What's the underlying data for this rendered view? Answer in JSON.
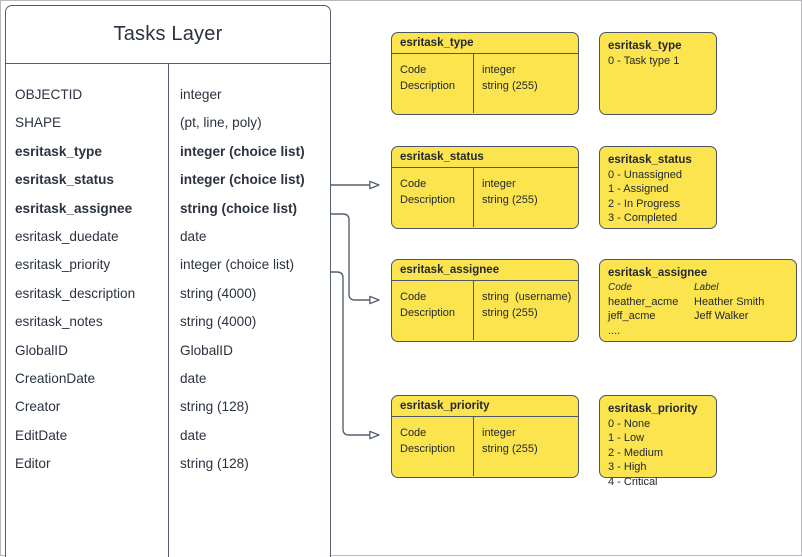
{
  "diagram": {
    "title": "Tasks Layer"
  },
  "entity": {
    "title": "Tasks Layer",
    "fields": [
      {
        "name": "OBJECTID",
        "type": "integer",
        "key": false
      },
      {
        "name": "SHAPE",
        "type": "(pt, line, poly)",
        "key": false
      },
      {
        "name": "esritask_type",
        "type": "integer (choice list)",
        "key": true
      },
      {
        "name": "esritask_status",
        "type": "integer (choice list)",
        "key": true
      },
      {
        "name": "esritask_assignee",
        "type": "string (choice list)",
        "key": true
      },
      {
        "name": "esritask_duedate",
        "type": "date",
        "key": false
      },
      {
        "name": "esritask_priority",
        "type": "integer (choice list)",
        "key": false
      },
      {
        "name": "esritask_description",
        "type": "string (4000)",
        "key": false
      },
      {
        "name": "esritask_notes",
        "type": "string (4000)",
        "key": false
      },
      {
        "name": "GlobalID",
        "type": "GlobalID",
        "key": false
      },
      {
        "name": "CreationDate",
        "type": "date",
        "key": false
      },
      {
        "name": "Creator",
        "type": "string (128)",
        "key": false
      },
      {
        "name": "EditDate",
        "type": "date",
        "key": false
      },
      {
        "name": "Editor",
        "type": "string (128)",
        "key": false
      }
    ]
  },
  "domain_tables": [
    {
      "id": "esritask_type",
      "title": "esritask_type",
      "left_lines": [
        "Code",
        "Description"
      ],
      "right_lines": [
        "integer",
        "string (255)"
      ]
    },
    {
      "id": "esritask_status",
      "title": "esritask_status",
      "left_lines": [
        "Code",
        "Description"
      ],
      "right_lines": [
        "integer",
        "string (255)"
      ]
    },
    {
      "id": "esritask_assignee",
      "title": "esritask_assignee",
      "left_lines": [
        "Code",
        "Description"
      ],
      "right_lines": [
        "string  (username)",
        "string (255)"
      ]
    },
    {
      "id": "esritask_priority",
      "title": "esritask_priority",
      "left_lines": [
        "Code",
        "Description"
      ],
      "right_lines": [
        "integer",
        "string (255)"
      ]
    }
  ],
  "domain_values": [
    {
      "id": "esritask_type_values",
      "title": "esritask_type",
      "lines": [
        "0 - Task type 1"
      ]
    },
    {
      "id": "esritask_status_values",
      "title": "esritask_status",
      "lines": [
        "0 - Unassigned",
        "1 - Assigned",
        "2 - In Progress",
        "3 - Completed"
      ]
    },
    {
      "id": "esritask_assignee_values",
      "title": "esritask_assignee",
      "columns": [
        "Code",
        "Label"
      ],
      "rows": [
        [
          "heather_acme",
          "Heather Smith"
        ],
        [
          "jeff_acme",
          "Jeff Walker"
        ]
      ],
      "ellipsis": "...."
    },
    {
      "id": "esritask_priority_values",
      "title": "esritask_priority",
      "lines": [
        "0 - None",
        "1 - Low",
        "2 - Medium",
        "3 - High",
        "4 - Critical"
      ]
    }
  ],
  "colors": {
    "domain_fill": "#fce44f",
    "stroke": "#4c5665",
    "entity_stroke": "#55606e",
    "text": "#23282f",
    "canvas_border": "#b8b8bd"
  }
}
